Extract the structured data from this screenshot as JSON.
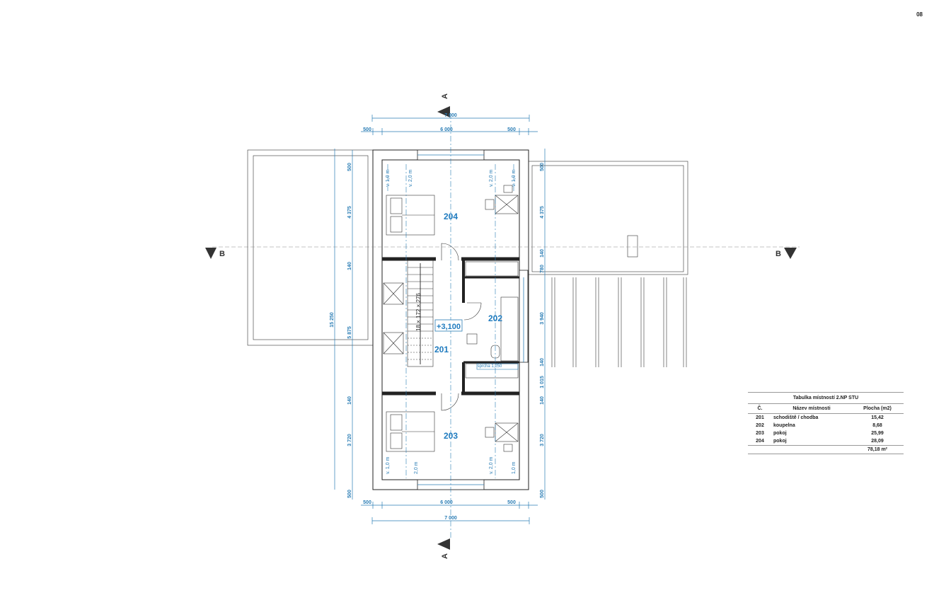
{
  "page_number": "08",
  "floor_plan": {
    "rooms": [
      {
        "id": "204"
      },
      {
        "id": "202"
      },
      {
        "id": "201"
      },
      {
        "id": "203"
      }
    ],
    "level_mark": "+3,100",
    "stair_label": "18 × 172 × 276",
    "shower_label": "sprcha 1,250",
    "section_marks": {
      "a": "A",
      "b": "B"
    },
    "dimensions": {
      "top_total": "7 000",
      "top_left": "500",
      "top_mid": "6 000",
      "top_right": "500",
      "bottom_left": "500",
      "bottom_mid": "6 000",
      "bottom_right": "500",
      "bottom_total": "7 000",
      "left_total": "15 250",
      "left_segments": [
        "500",
        "4 375",
        "140",
        "5 875",
        "140",
        "3 720",
        "500"
      ],
      "right_segments": [
        "500",
        "4 375",
        "140",
        "780",
        "3 940",
        "140",
        "1 015",
        "140",
        "3 720",
        "500"
      ]
    },
    "heights": {
      "h1": "v. 1,0 m",
      "h2": "v. 2,0 m",
      "h2b": "2,0 m",
      "h1b": "1,0 m"
    }
  },
  "room_table": {
    "title": "Tabulka místností 2.NP STU",
    "headers": [
      "Č.",
      "Název místnosti",
      "Plocha (m2)"
    ],
    "rows": [
      {
        "no": "201",
        "name": "schodiště / chodba",
        "area": "15,42"
      },
      {
        "no": "202",
        "name": "koupelna",
        "area": "8,68"
      },
      {
        "no": "203",
        "name": "pokoj",
        "area": "25,99"
      },
      {
        "no": "204",
        "name": "pokoj",
        "area": "28,09"
      }
    ],
    "total": "78,18 m²"
  }
}
